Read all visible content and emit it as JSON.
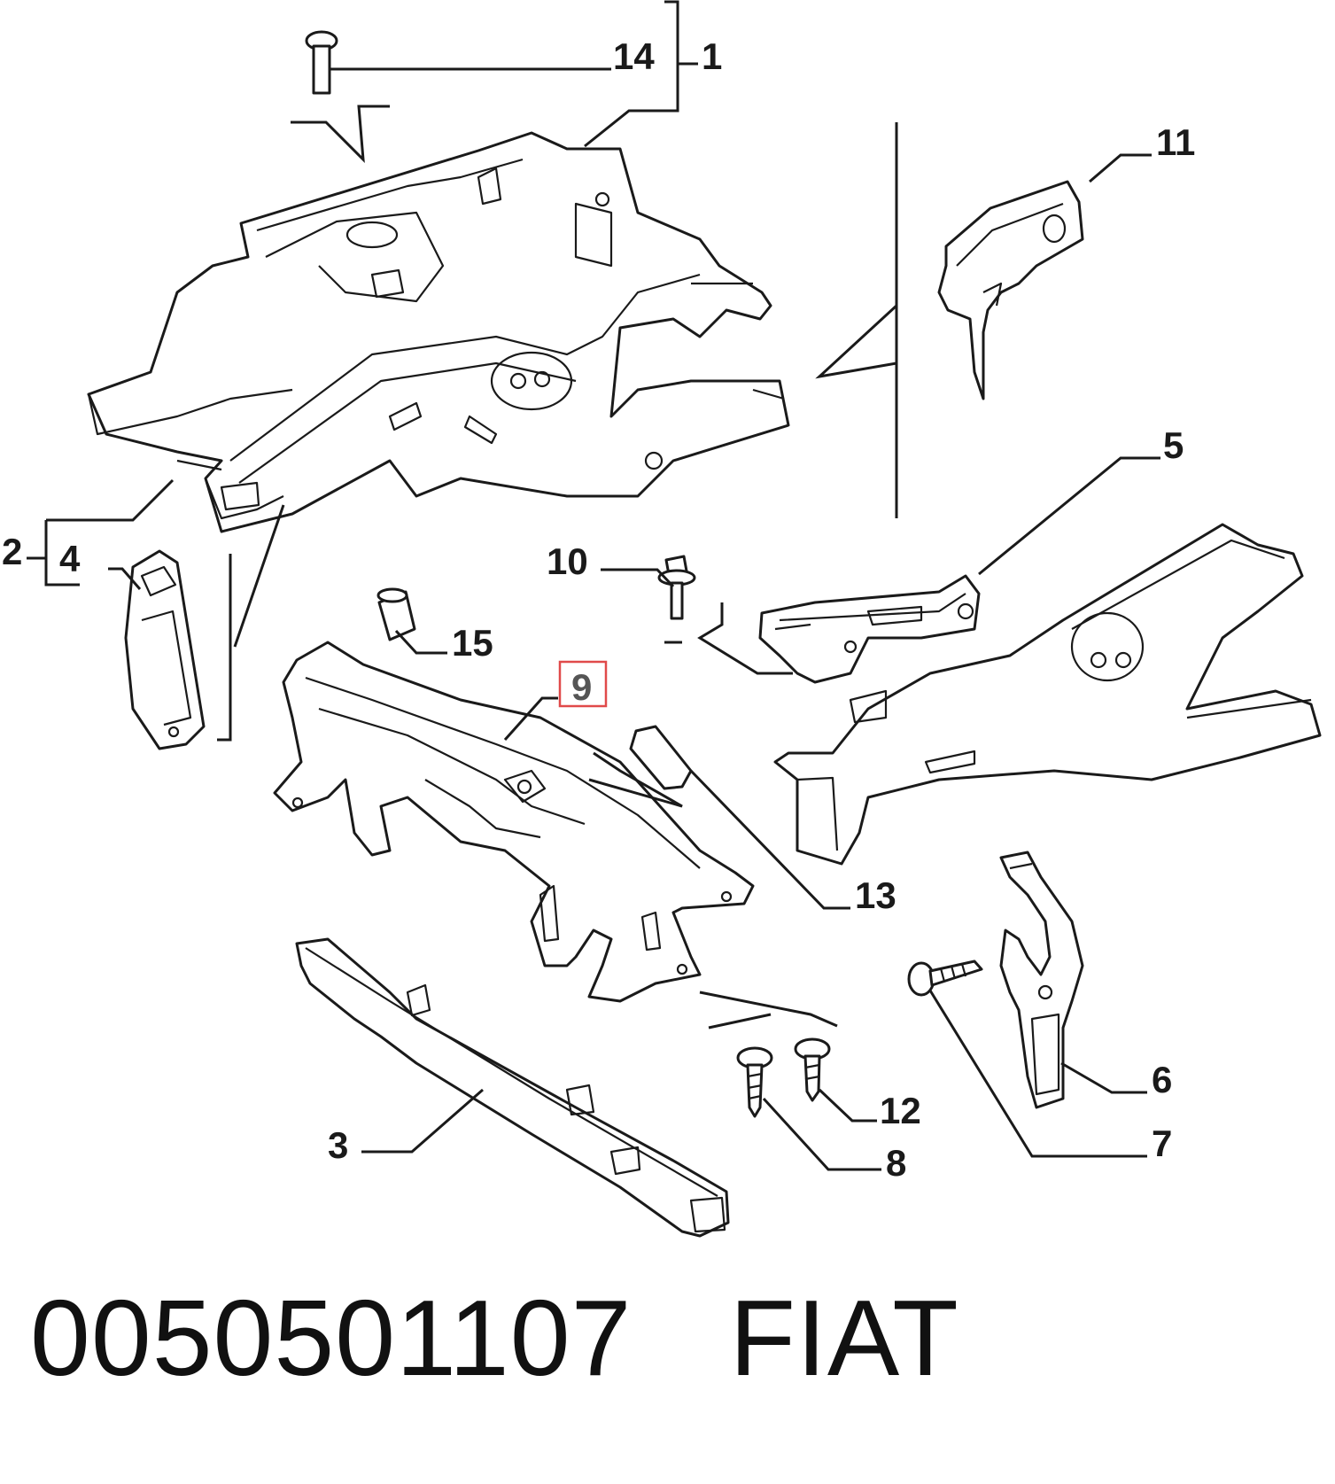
{
  "callouts": {
    "c1": "1",
    "c2": "2",
    "c3": "3",
    "c4": "4",
    "c5": "5",
    "c6": "6",
    "c7": "7",
    "c8": "8",
    "c9": "9",
    "c10": "10",
    "c11": "11",
    "c12": "12",
    "c13": "13",
    "c14": "14",
    "c15": "15"
  },
  "highlighted_callout": "9",
  "highlight_color": "#e04a4a",
  "caption": {
    "part_number": "0050501107",
    "brand": "FIAT"
  }
}
